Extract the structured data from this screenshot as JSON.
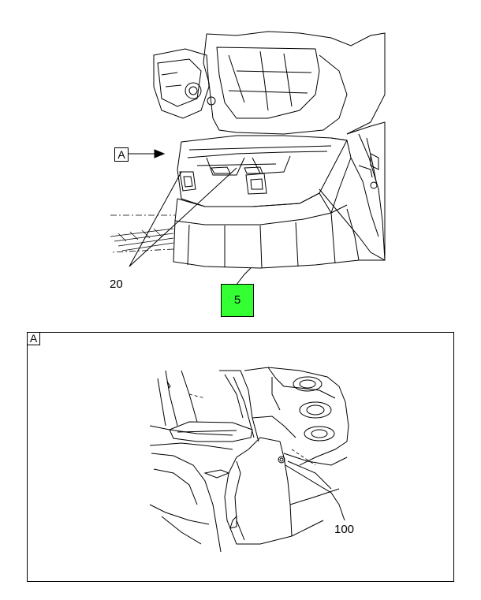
{
  "top_view": {
    "view_ref": "A",
    "part_20": "20",
    "part_5": "5"
  },
  "detail_view": {
    "title": "A",
    "part_100": "100"
  },
  "colors": {
    "highlight": "#33ff33",
    "line": "#000000"
  }
}
